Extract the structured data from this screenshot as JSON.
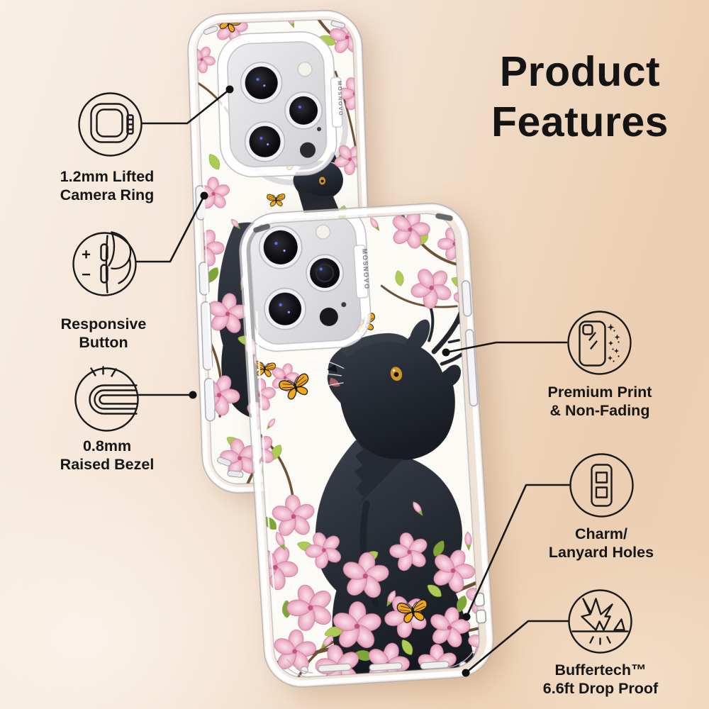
{
  "title": {
    "line1": "Product",
    "line2": "Features"
  },
  "brand": "MOSNOVO",
  "features": {
    "left": [
      {
        "icon": "camera-ring-icon",
        "label_line1": "1.2mm Lifted",
        "label_line2": "Camera Ring"
      },
      {
        "icon": "responsive-button-icon",
        "label_line1": "Responsive",
        "label_line2": "Button"
      },
      {
        "icon": "raised-bezel-icon",
        "label_line1": "0.8mm",
        "label_line2": "Raised Bezel"
      }
    ],
    "right": [
      {
        "icon": "premium-print-icon",
        "label_line1": "Premium Print",
        "label_line2": "& Non-Fading"
      },
      {
        "icon": "charm-lanyard-holes-icon",
        "label_line1": "Charm/",
        "label_line2": "Lanyard Holes"
      },
      {
        "icon": "drop-proof-icon",
        "label_line1": "Buffertech™",
        "label_line2": "6.6ft Drop Proof"
      }
    ]
  },
  "icon_glyphs": {
    "plus": "+",
    "minus": "−"
  },
  "colors": {
    "background_top_right": "#ecd0b4",
    "background_bottom_left": "#f8efe5",
    "text": "#141414",
    "line": "#161616",
    "case_clear": "#fcfaf5",
    "flower_pink": "#e8a9c0",
    "flower_deep_pink": "#d887a6",
    "leaf_green": "#a3c44a",
    "branch_brown": "#6d4f33",
    "butterfly_orange": "#f2a71b",
    "panther_dark": "#262b33",
    "panther_eye_amber": "#cf9526",
    "camera_silver": "#e3e2e4"
  }
}
